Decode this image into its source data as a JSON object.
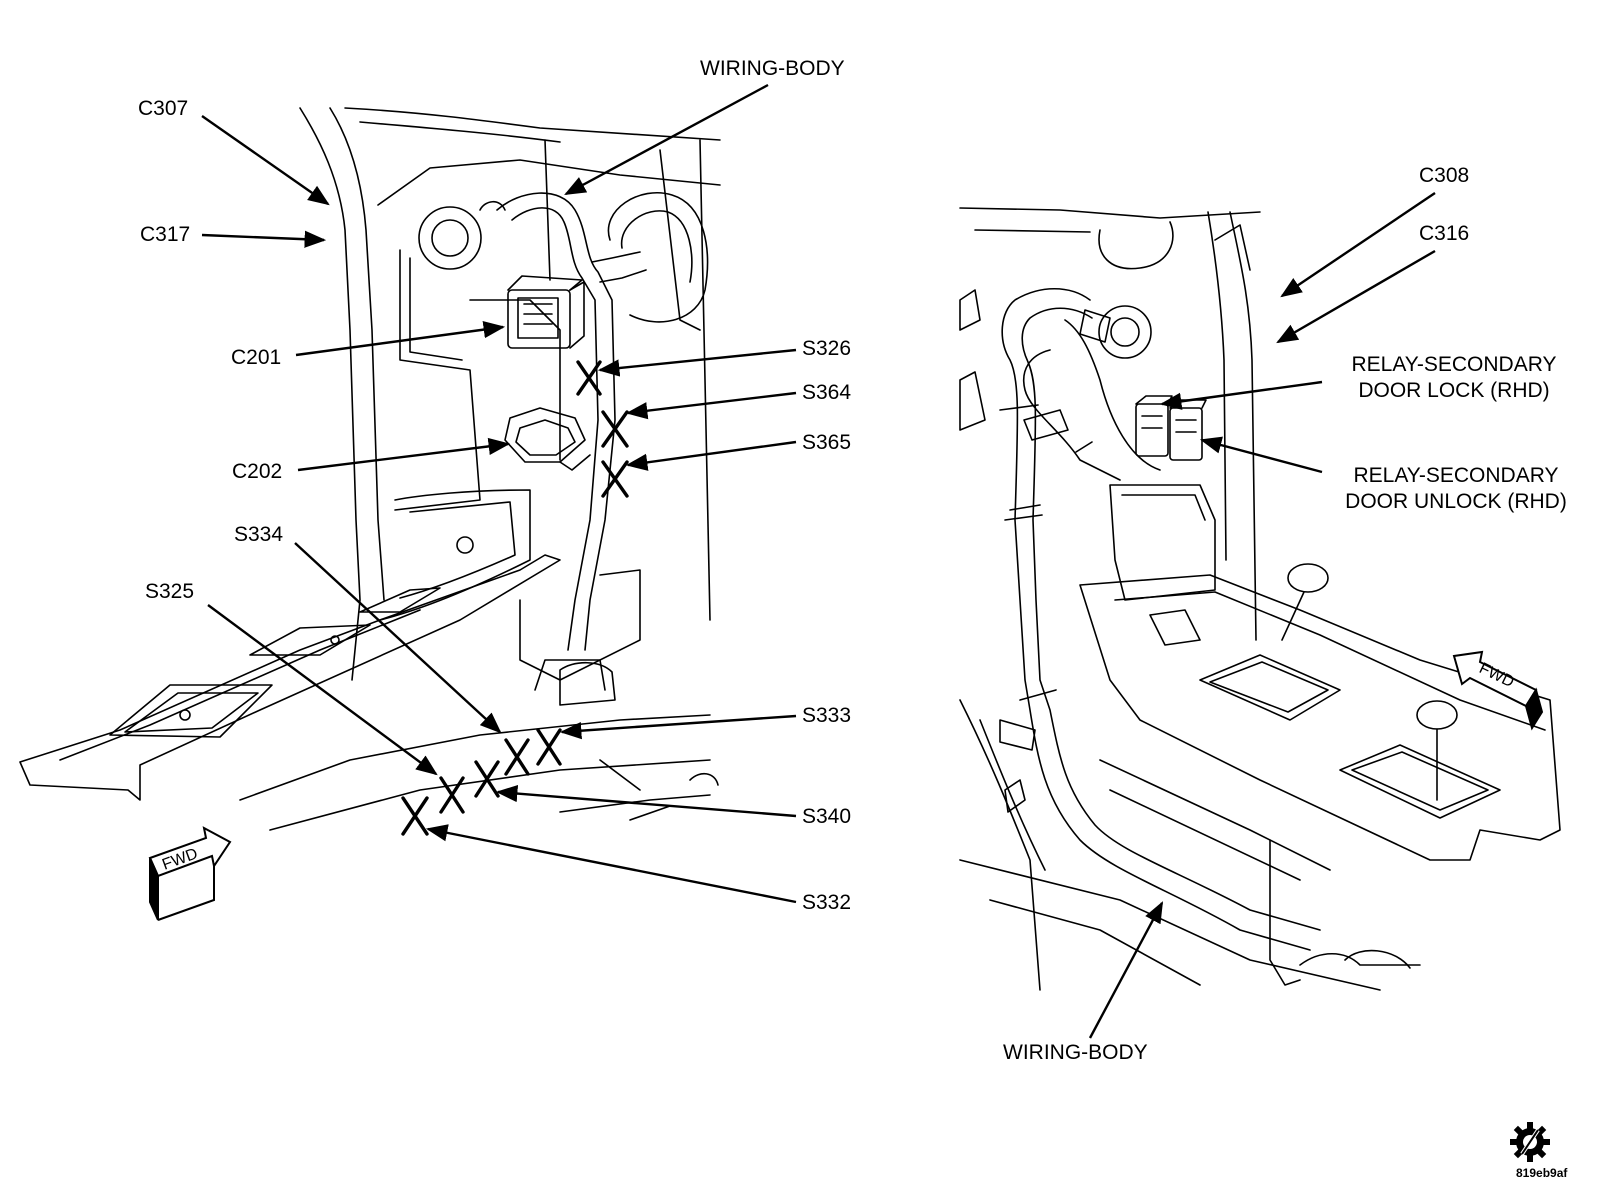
{
  "labels": {
    "wiring_body_top": "WIRING-BODY",
    "c307": "C307",
    "c317": "C317",
    "c201": "C201",
    "c202": "C202",
    "s326": "S326",
    "s364": "S364",
    "s365": "S365",
    "s334": "S334",
    "s325": "S325",
    "s333": "S333",
    "s340": "S340",
    "s332": "S332",
    "c308": "C308",
    "c316": "C316",
    "relay_lock_line1": "RELAY-SECONDARY",
    "relay_lock_line2": "DOOR LOCK (RHD)",
    "relay_unlock_line1": "RELAY-SECONDARY",
    "relay_unlock_line2": "DOOR UNLOCK (RHD)",
    "wiring_body_bottom": "WIRING-BODY",
    "fwd_left": "FWD",
    "fwd_right": "FWD"
  },
  "figure_code": "819eb9af",
  "icons": {
    "service_icon": "gear-slash-icon"
  },
  "colors": {
    "line": "#000000",
    "background": "#ffffff"
  }
}
